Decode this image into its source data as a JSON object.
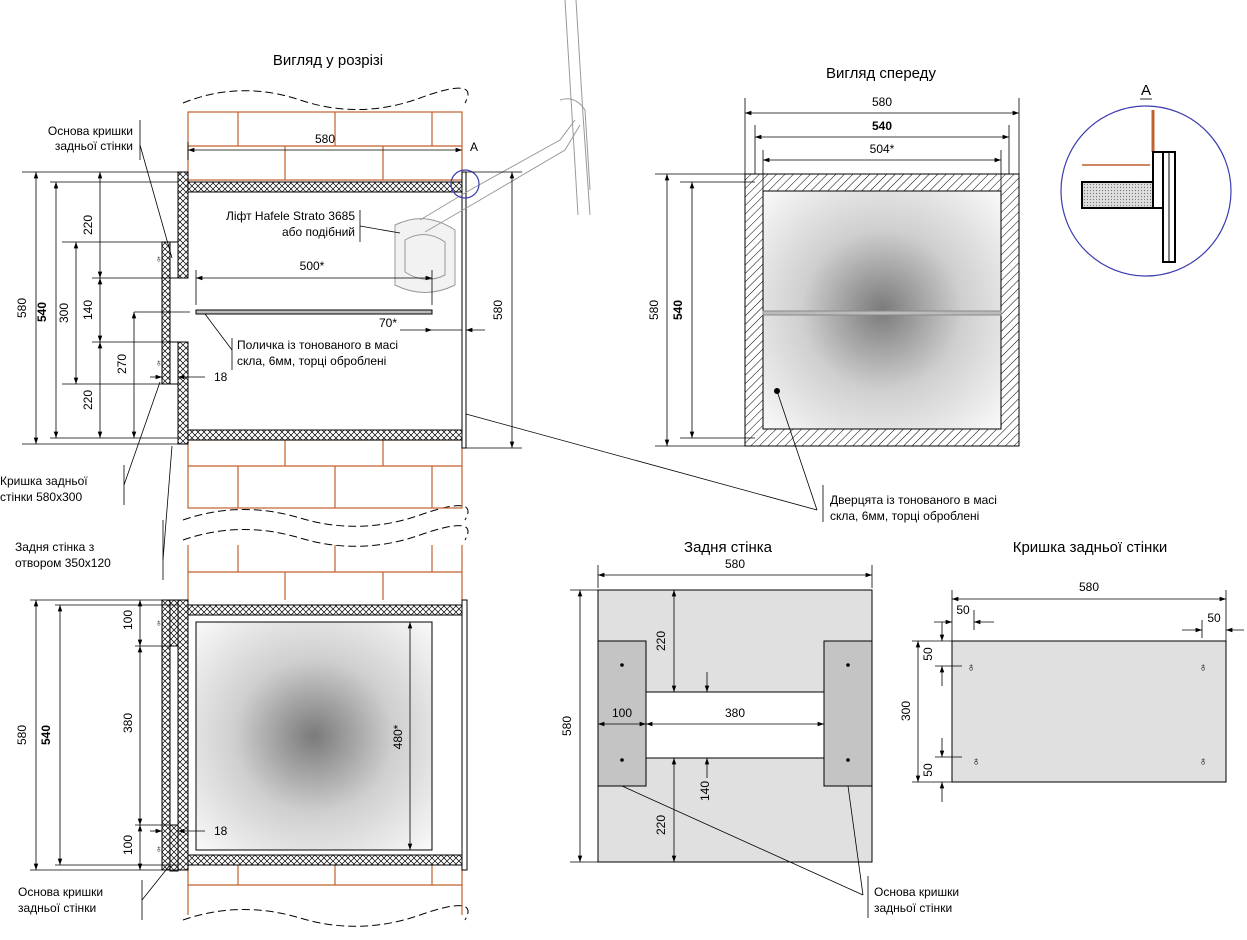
{
  "titles": {
    "section": "Вигляд у розрізі",
    "front": "Вигляд спереду",
    "back_wall": "Задня стінка",
    "back_cover": "Кришка задньої стінки",
    "detail": "А"
  },
  "section_view": {
    "dim_width": "580",
    "dim_shelf": "500*",
    "dim_gap": "70*",
    "dim_height_outer": "580",
    "dim_height_inner": "540",
    "dim_300": "300",
    "dim_220_top": "220",
    "dim_140": "140",
    "dim_270": "270",
    "dim_220_bottom": "220",
    "dim_right": "580",
    "dim_18": "18",
    "marker": "А",
    "label_cover_base": [
      "Основа кришки",
      "задньої стінки"
    ],
    "label_lift": [
      "Ліфт Hafele Strato 3685",
      "або подібний"
    ],
    "label_shelf": [
      "Поличка із тонованого в масі",
      "скла, 6мм, торці оброблені"
    ],
    "label_cover": [
      "Кришка задньої",
      "стінки 580х300"
    ]
  },
  "plan_view": {
    "label_back_wall": [
      "Задня стінка з",
      "отвором 350х120"
    ],
    "dim_580": "580",
    "dim_540": "540",
    "dim_100_top": "100",
    "dim_380": "380",
    "dim_100_bottom": "100",
    "dim_480": "480*",
    "dim_18": "18",
    "label_cover_base": [
      "Основа кришки",
      "задньої стінки"
    ]
  },
  "front_view": {
    "dim_580": "580",
    "dim_540": "540",
    "dim_504": "504*",
    "dim_left_580": "580",
    "dim_left_540": "540",
    "label_door": [
      "Дверцята із тонованого в масі",
      "скла, 6мм, торці оброблені"
    ]
  },
  "back_wall": {
    "dim_580": "580",
    "dim_left_580": "580",
    "dim_220_top": "220",
    "dim_100": "100",
    "dim_380": "380",
    "dim_140": "140",
    "dim_220_bottom": "220",
    "label_cover_base": [
      "Основа кришки",
      "задньої стінки"
    ]
  },
  "back_cover": {
    "dim_580": "580",
    "dim_50_left": "50",
    "dim_50_right": "50",
    "dim_300": "300",
    "dim_50_top": "50",
    "dim_50_bottom": "50"
  },
  "colors": {
    "brick": "#c0612f",
    "panel": "#e0e0e0",
    "panel_dark": "#c4c4c4",
    "circle": "#3b3bb0"
  }
}
